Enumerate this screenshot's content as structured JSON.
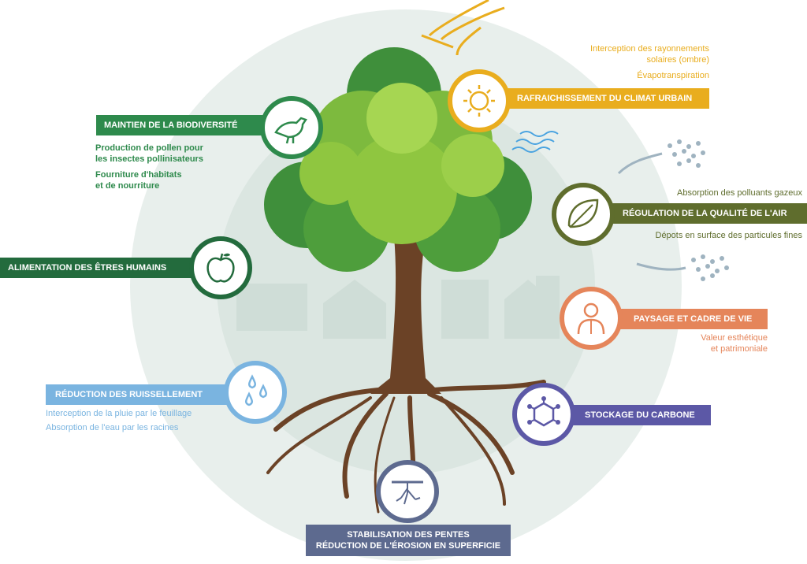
{
  "benefits": {
    "biodiversity": {
      "title": "MAINTIEN DE LA BIODIVERSITÉ",
      "notes": [
        "Production de pollen pour",
        "les insectes pollinisateurs",
        "Fourniture d'habitats",
        "et de nourriture"
      ],
      "icon": "bird-icon",
      "color": "#2e8a4c"
    },
    "food": {
      "title": "ALIMENTATION DES ÊTRES HUMAINS",
      "icon": "apple-icon",
      "color": "#236b3d"
    },
    "runoff": {
      "title": "RÉDUCTION DES RUISSELLEMENT",
      "notes": [
        "Interception de la pluie par le feuillage",
        "Absorption de l'eau par les racines"
      ],
      "icon": "water-drops-icon",
      "color": "#7ab4e0"
    },
    "slopes": {
      "title_line1": "STABILISATION DES PENTES",
      "title_line2": "RÉDUCTION DE L'ÉROSION EN SUPERFICIE",
      "icon": "roots-icon",
      "color": "#5d6a8f"
    },
    "climate": {
      "title": "RAFRAICHISSEMENT DU CLIMAT URBAIN",
      "notes": [
        "Interception des rayonnements",
        "solaires (ombre)",
        "Évapotranspiration"
      ],
      "icon": "sun-icon",
      "color": "#e9ad1e"
    },
    "air": {
      "title": "RÉGULATION DE LA QUALITÉ DE L'AIR",
      "notes": [
        "Absorption des polluants gazeux",
        "Dépots en surface des particules fines"
      ],
      "icon": "leaf-icon",
      "color": "#5f6d2d"
    },
    "landscape": {
      "title": "PAYSAGE ET CADRE DE VIE",
      "notes": [
        "Valeur esthétique",
        "et patrimoniale"
      ],
      "icon": "person-icon",
      "color": "#e5855a"
    },
    "carbon": {
      "title": "STOCKAGE DU CARBONE",
      "icon": "molecule-icon",
      "color": "#5c58a6"
    }
  },
  "colors": {
    "background_circle": "#e8efec",
    "inner_circle": "#dbe6e1",
    "trunk": "#6b4226",
    "foliage_dark": "#3f8f3b",
    "foliage_light": "#8fc640"
  }
}
